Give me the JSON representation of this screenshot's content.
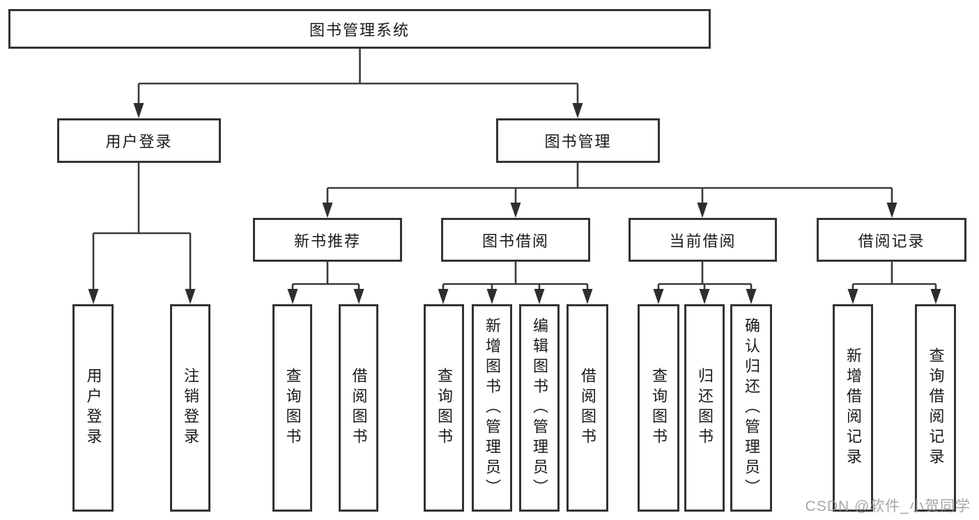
{
  "diagram": {
    "title": "图书管理系统",
    "nodes": {
      "root": {
        "label": "图书管理系统"
      },
      "user_login": {
        "label": "用户登录"
      },
      "book_mgmt": {
        "label": "图书管理"
      },
      "new_book_rec": {
        "label": "新书推荐"
      },
      "book_borrow": {
        "label": "图书借阅"
      },
      "current_borrow": {
        "label": "当前借阅"
      },
      "borrow_record": {
        "label": "借阅记录"
      },
      "leaf_user_login": {
        "label": "用户登录"
      },
      "leaf_logout": {
        "label": "注销登录"
      },
      "leaf_nbr_query_book": {
        "label": "查询图书"
      },
      "leaf_nbr_borrow_book": {
        "label": "借阅图书"
      },
      "leaf_bb_query_book": {
        "label": "查询图书"
      },
      "leaf_bb_add_book": {
        "label": "新增图书（管理员）"
      },
      "leaf_bb_edit_book": {
        "label": "编辑图书（管理员）"
      },
      "leaf_bb_borrow_book": {
        "label": "借阅图书"
      },
      "leaf_cb_query_book": {
        "label": "查询图书"
      },
      "leaf_cb_return_book": {
        "label": "归还图书"
      },
      "leaf_cb_confirm_return": {
        "label": "确认归还（管理员）"
      },
      "leaf_br_add_record": {
        "label": "新增借阅记录"
      },
      "leaf_br_query_record": {
        "label": "查询借阅记录"
      }
    },
    "line_color": "#3a3a3a",
    "arrow_color": "#2e2e2e"
  },
  "watermark": "CSDN @软件_小贺同学"
}
